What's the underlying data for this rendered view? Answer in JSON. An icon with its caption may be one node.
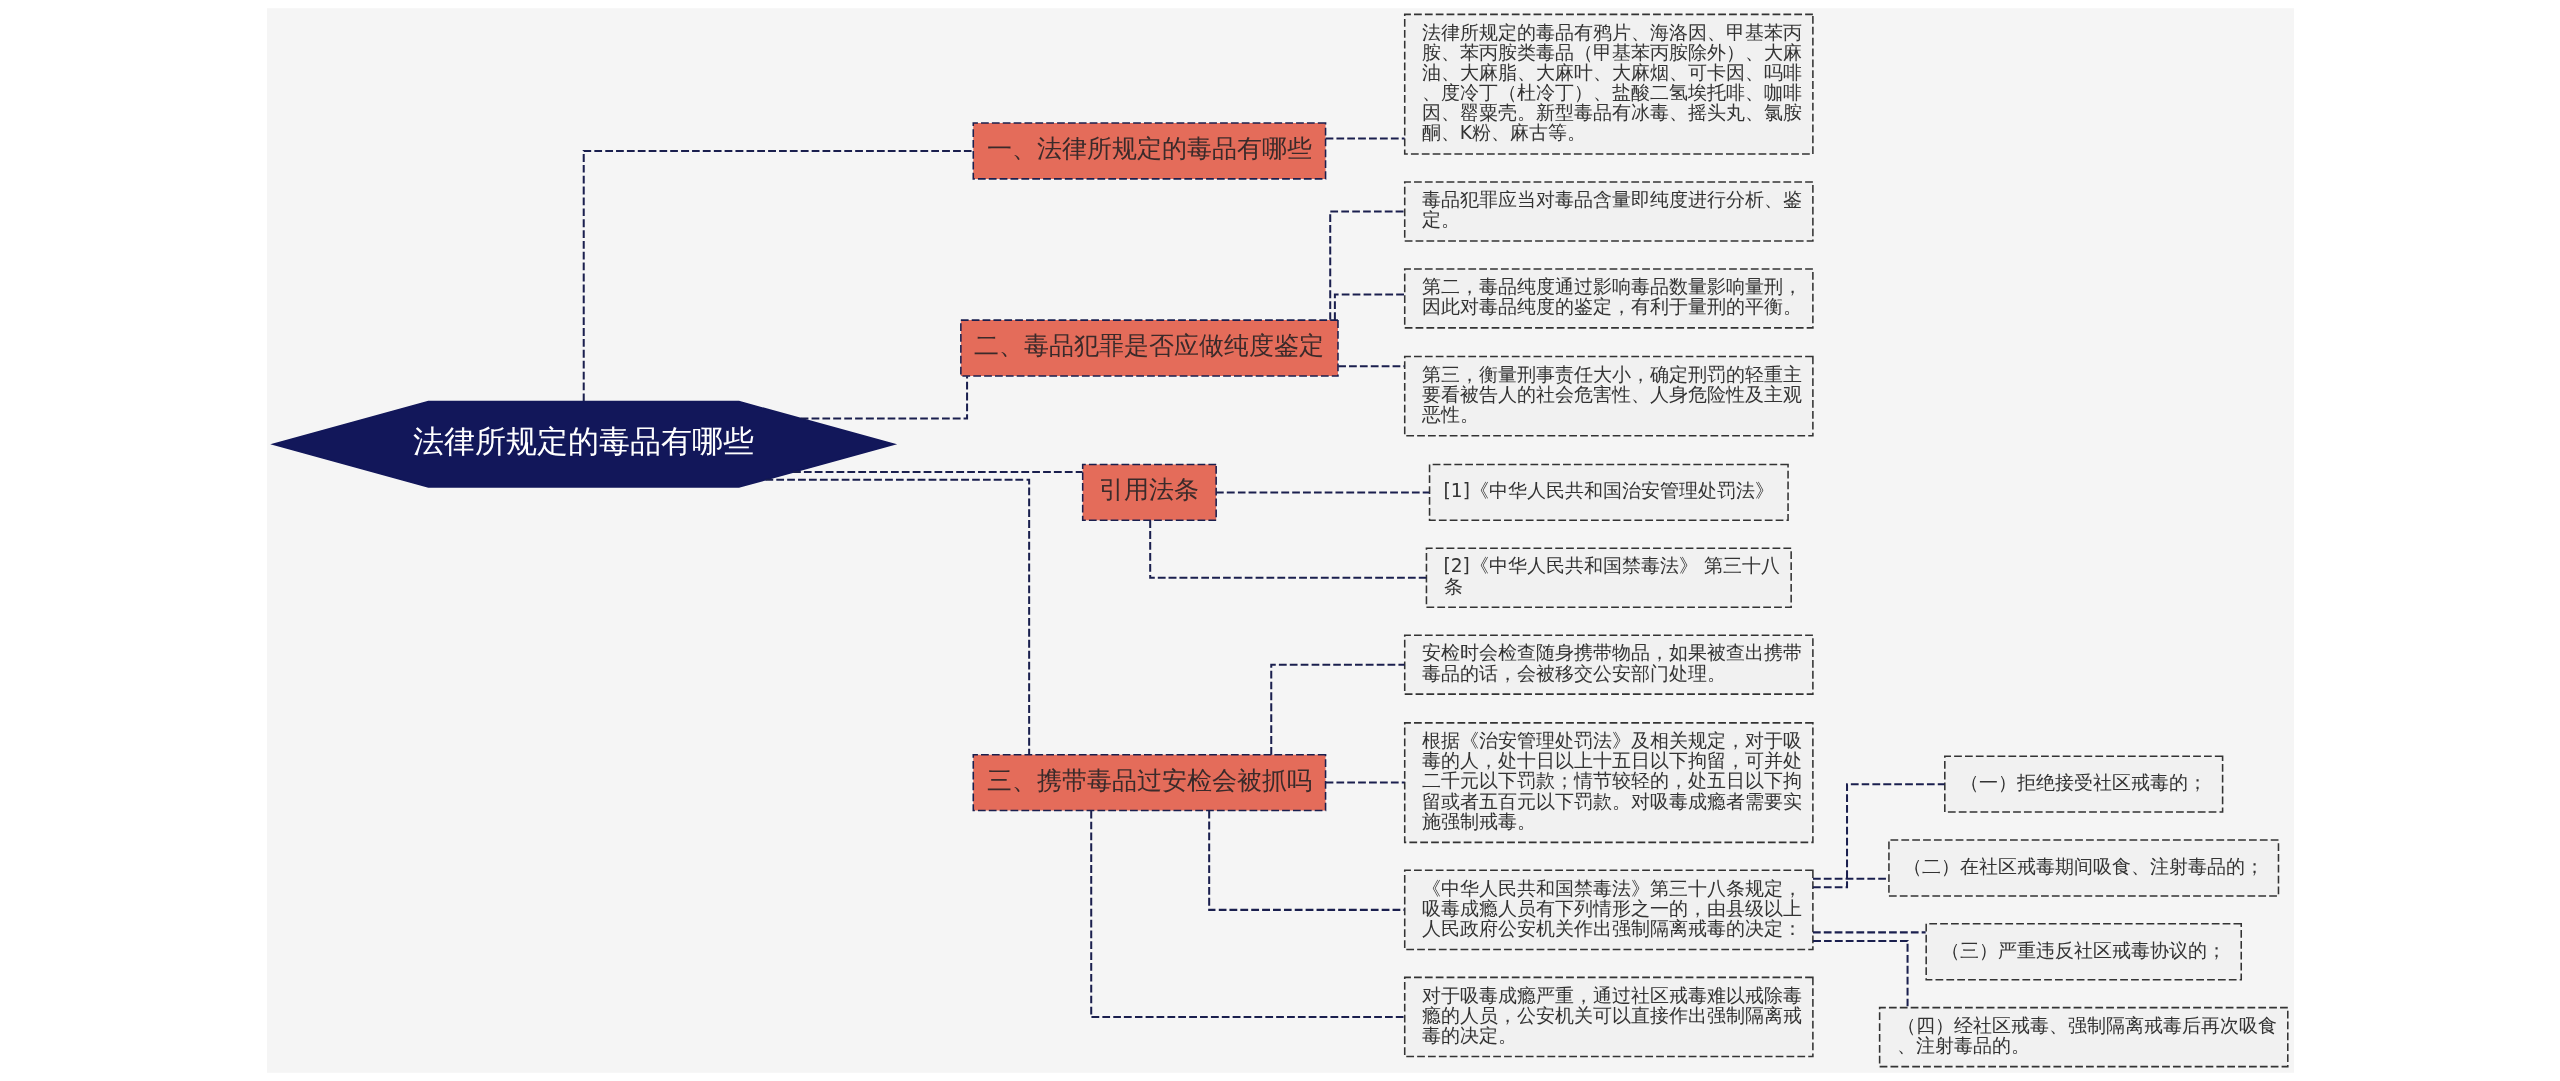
{
  "diagram": {
    "nodes": [
      {
        "text": [
          "法律所规定的毒品有哪些"
        ]
      },
      {
        "text": [
          "一、法律所规定的毒品有哪些"
        ]
      },
      {
        "text": [
          "法律所规定的毒品有鸦片、海洛因、甲基苯丙胺、苯丙胺类毒品（甲基苯丙胺除外）、大麻油、大麻脂、大麻叶、大麻烟、可卡因、吗啡、度冷丁（杜冷丁）、盐酸二氢埃托啡、咖啡因、罂粟壳。新型毒品有冰毒、摇头丸、氯胺酮、K粉、麻古等。"
        ]
      },
      {
        "text": [
          "二、毒品犯罪是否应做纯度鉴定"
        ]
      },
      {
        "text": [
          "毒品犯罪应当对毒品含量即纯度进行分析、鉴定。"
        ]
      },
      {
        "text": [
          "第二，毒品纯度通过影响毒品数量影响量刑，因此对毒品纯度的鉴定，有利于量刑的平衡。"
        ]
      },
      {
        "text": [
          "第三，衡量刑事责任大小，确定刑罚的轻重主要看被告人的社会危害性、人身危险性及主观恶性。"
        ]
      },
      {
        "text": [
          "引用法条"
        ]
      },
      {
        "text": [
          "[1]《中华人民共和国治安管理处罚法》"
        ]
      },
      {
        "text": [
          "[2]《中华人民共和国禁毒法》 第三十八条"
        ]
      },
      {
        "text": [
          "三、携带毒品过安检会被抓吗"
        ]
      },
      {
        "text": [
          "安检时会检查随身携带物品，如果被查出携带毒品的话，会被移交公安部门处理。"
        ]
      },
      {
        "text": [
          "根据《治安管理处罚法》及相关规定，对于吸毒的人，处十日以上十五日以下拘留，可并处二千元以下罚款；情节较轻的，处五日以下拘留或者五百元以下罚款。对吸毒成瘾者需要实施强制戒毒。"
        ]
      },
      {
        "text": [
          "《中华人民共和国禁毒法》第三十八条规定，吸毒成瘾人员有下列情形之一的，由县级以上人民政府公安机关作出强制隔离戒毒的决定："
        ]
      },
      {
        "text": [
          "（一）拒绝接受社区戒毒的；"
        ]
      },
      {
        "text": [
          "（二）在社区戒毒期间吸食、注射毒品的；"
        ]
      },
      {
        "text": [
          "（三）严重违反社区戒毒协议的；"
        ]
      },
      {
        "text": [
          "（四）经社区戒毒、强制隔离戒毒后再次吸食、注射毒品的。"
        ]
      },
      {
        "text": [
          "对于吸毒成瘾严重，通过社区戒毒难以戒除毒瘾的人员，公安机关可以直接作出强制隔离戒毒的决定。"
        ]
      }
    ],
    "edges": [
      {
        "from": 0,
        "to": 1,
        "arrow": "none"
      },
      {
        "from": 1,
        "to": 2,
        "arrow": "none"
      },
      {
        "from": 0,
        "to": 3,
        "arrow": "none"
      },
      {
        "from": 3,
        "to": 4,
        "arrow": "none"
      },
      {
        "from": 3,
        "to": 5,
        "arrow": "none"
      },
      {
        "from": 3,
        "to": 6,
        "arrow": "none"
      },
      {
        "from": 0,
        "to": 7,
        "arrow": "none"
      },
      {
        "from": 7,
        "to": 8,
        "arrow": "none"
      },
      {
        "from": 7,
        "to": 9,
        "arrow": "none"
      },
      {
        "from": 0,
        "to": 10,
        "arrow": "none"
      },
      {
        "from": 10,
        "to": 11,
        "arrow": "none"
      },
      {
        "from": 10,
        "to": 12,
        "arrow": "none"
      },
      {
        "from": 10,
        "to": 13,
        "arrow": "none"
      },
      {
        "from": 13,
        "to": 14,
        "arrow": "none"
      },
      {
        "from": 13,
        "to": 15,
        "arrow": "none"
      },
      {
        "from": 13,
        "to": 16,
        "arrow": "none"
      },
      {
        "from": 13,
        "to": 17,
        "arrow": "none"
      },
      {
        "from": 10,
        "to": 18,
        "arrow": "none"
      }
    ]
  }
}
